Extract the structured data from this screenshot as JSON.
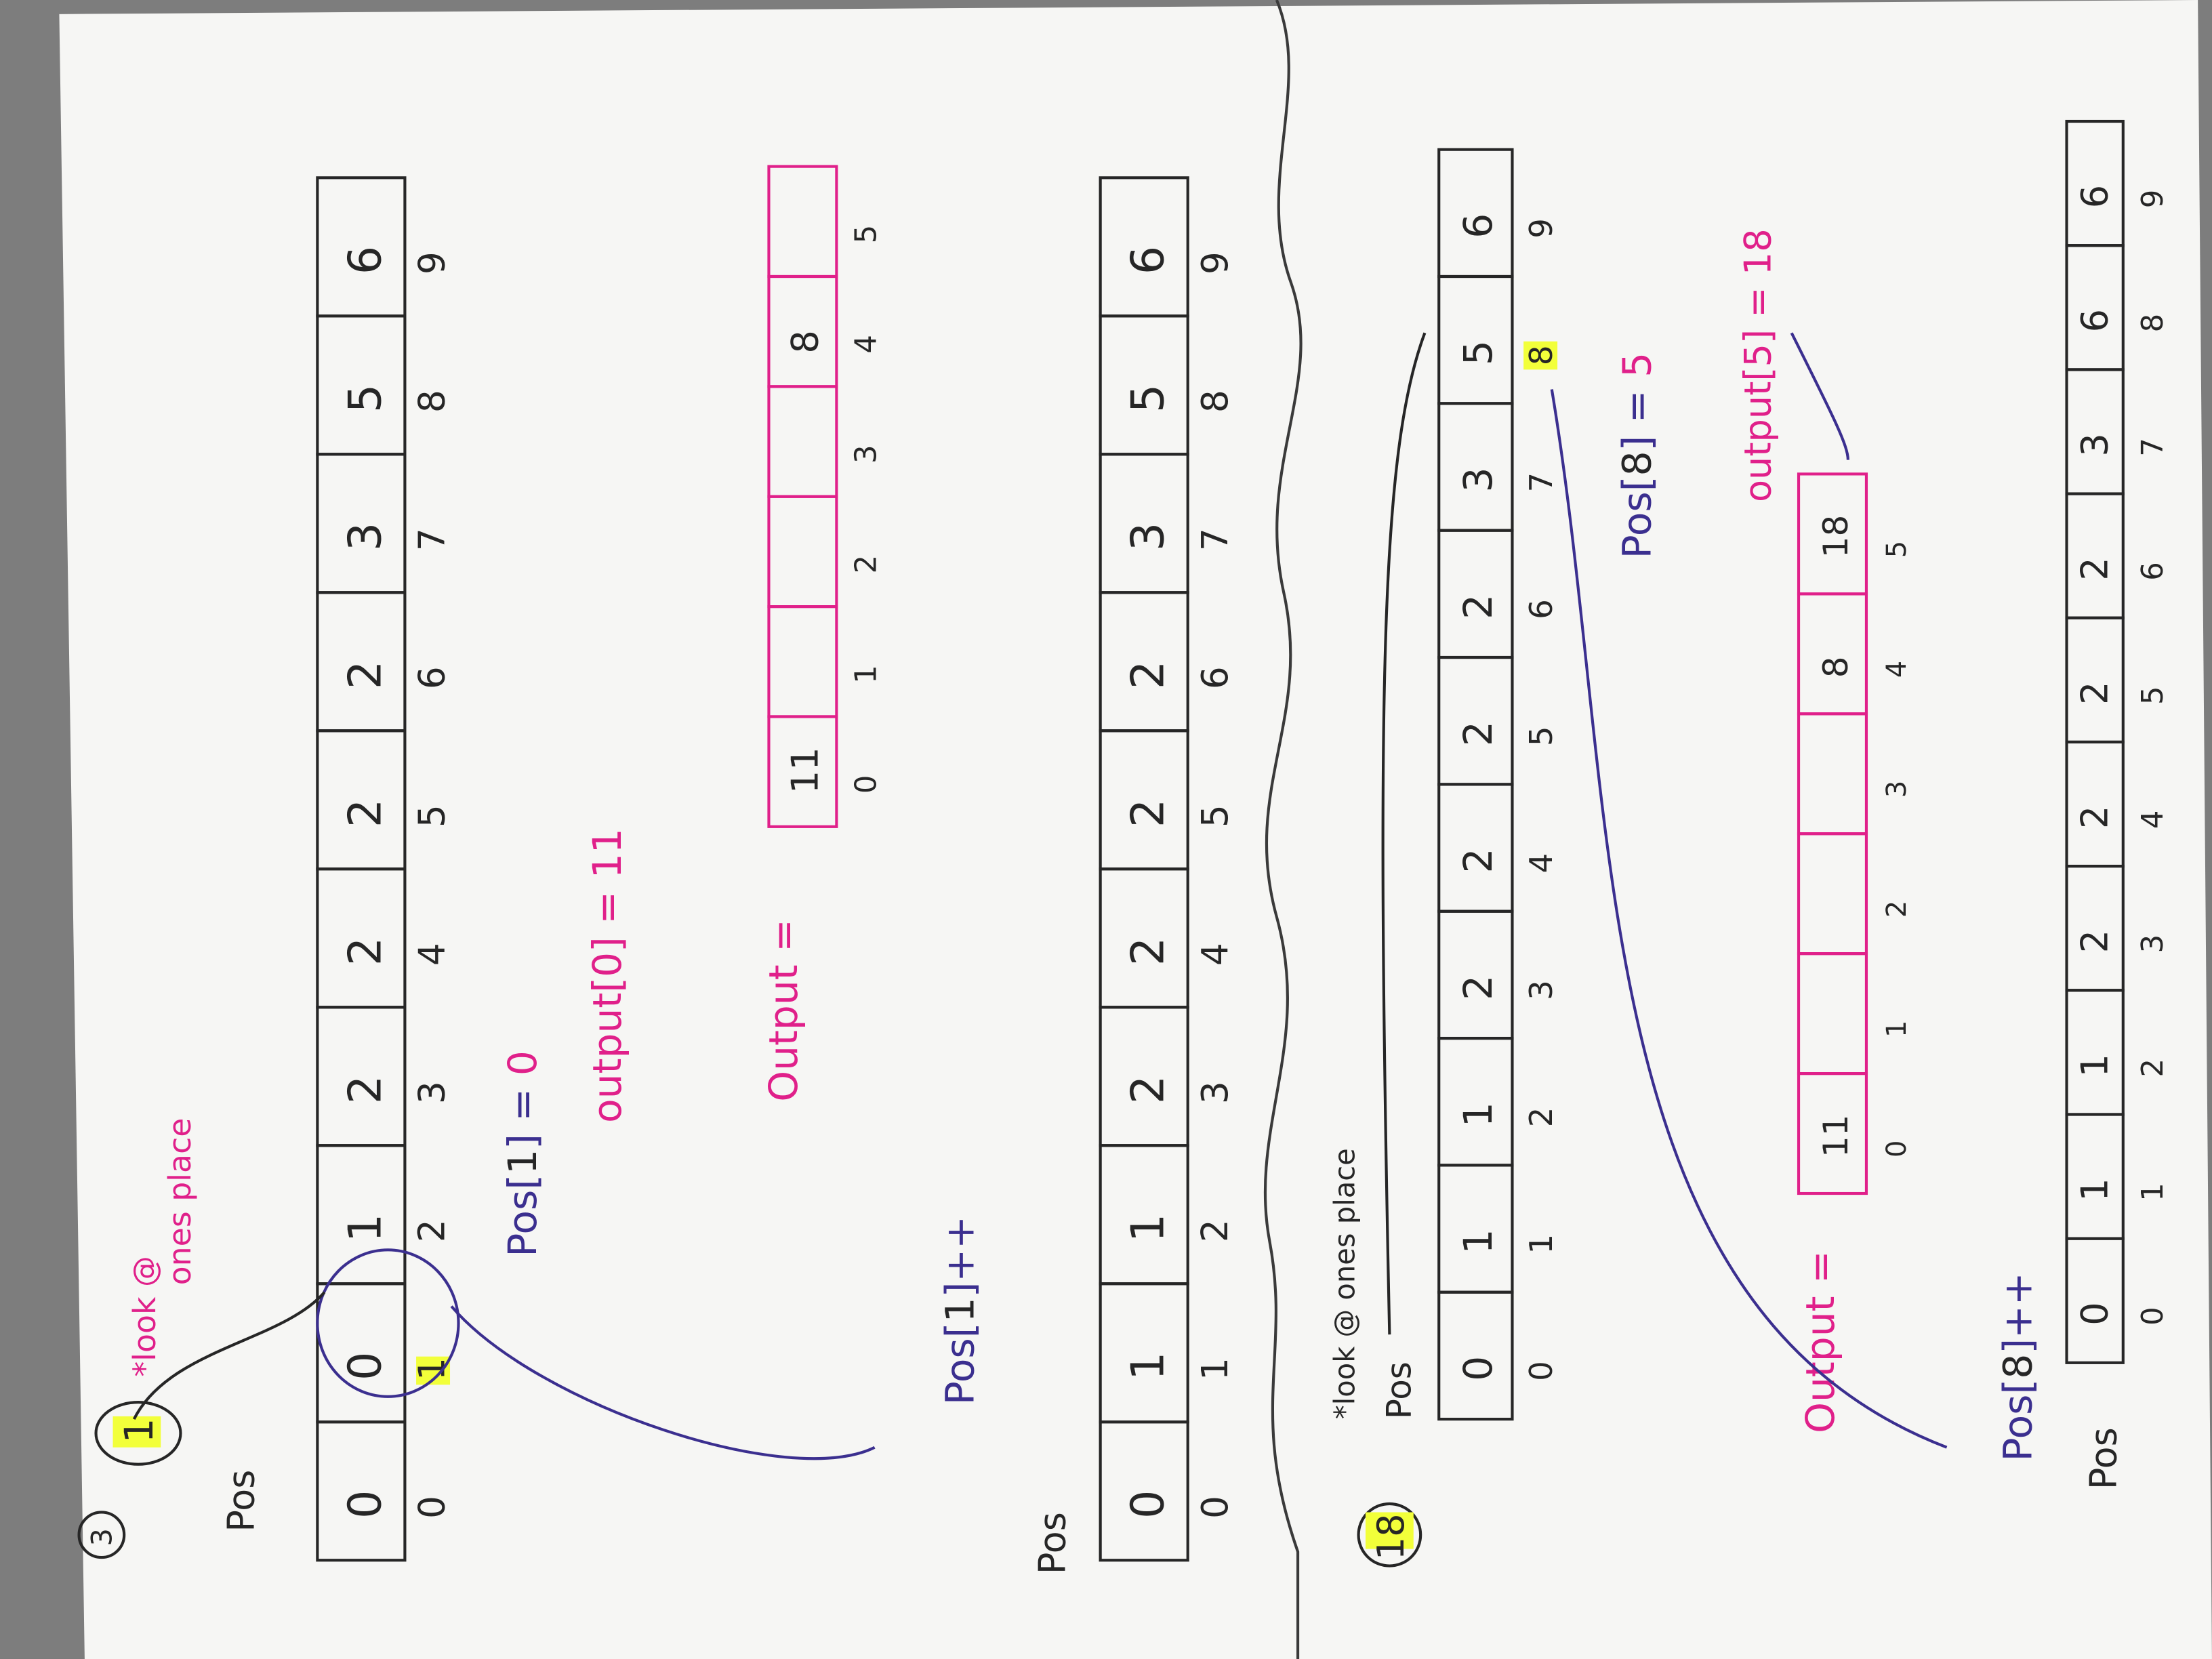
{
  "colors": {
    "background": "#7d7d7d",
    "paper": "#f6f6f4",
    "ink_black": "#262626",
    "ink_magenta": "#e0208a",
    "ink_blue": "#3b2f8f",
    "highlight": "#f2ff3a"
  },
  "step_number": "3",
  "top": {
    "key_digit": "1",
    "note_line1": "*look @",
    "note_line2": "ones place",
    "pos_label": "Pos",
    "pos_array_values": [
      "0",
      "0",
      "1",
      "2",
      "2",
      "2",
      "2",
      "3",
      "5",
      "6"
    ],
    "pos_array_indices": [
      "0",
      "1",
      "2",
      "3",
      "4",
      "5",
      "6",
      "7",
      "8",
      "9"
    ],
    "highlighted_index": "1",
    "pos_of_1_prefix": "Pos[",
    "pos_of_1_key": "1",
    "pos_of_1_suffix": "] = ",
    "pos_of_1_value": "0",
    "output_assign": "output[0] = 11",
    "output_label": "Output =",
    "output_values": [
      "11",
      "",
      "",
      "",
      "8",
      ""
    ],
    "output_indices": [
      "0",
      "1",
      "2",
      "3",
      "4",
      "5"
    ],
    "increment_prefix": "Pos[",
    "increment_key": "1",
    "increment_suffix": "]++",
    "pos_label_2": "Pos",
    "pos_array_2_values": [
      "0",
      "1",
      "1",
      "2",
      "2",
      "2",
      "2",
      "3",
      "5",
      "6"
    ],
    "pos_array_2_indices": [
      "0",
      "1",
      "2",
      "3",
      "4",
      "5",
      "6",
      "7",
      "8",
      "9"
    ]
  },
  "bottom": {
    "key_number": "18",
    "note": "*look @ ones place",
    "pos_label": "Pos",
    "pos_array_values": [
      "0",
      "1",
      "1",
      "2",
      "2",
      "2",
      "2",
      "3",
      "5",
      "6"
    ],
    "pos_array_indices": [
      "0",
      "1",
      "2",
      "3",
      "4",
      "5",
      "6",
      "7",
      "8",
      "9"
    ],
    "highlighted_index": "8",
    "pos_of_8_prefix": "Pos[",
    "pos_of_8_key": "8",
    "pos_of_8_suffix": "] = ",
    "pos_of_8_value": "5",
    "output_assign": "output[5] = 18",
    "output_label": "Output =",
    "output_values": [
      "11",
      "",
      "",
      "",
      "8",
      "18"
    ],
    "output_indices": [
      "0",
      "1",
      "2",
      "3",
      "4",
      "5"
    ],
    "increment_prefix": "Pos[",
    "increment_key": "8",
    "increment_suffix": "]++",
    "pos_label_2": "Pos",
    "pos_array_2_values": [
      "0",
      "1",
      "1",
      "2",
      "2",
      "2",
      "2",
      "3",
      "6",
      "6"
    ],
    "pos_array_2_indices": [
      "0",
      "1",
      "2",
      "3",
      "4",
      "5",
      "6",
      "7",
      "8",
      "9"
    ]
  }
}
